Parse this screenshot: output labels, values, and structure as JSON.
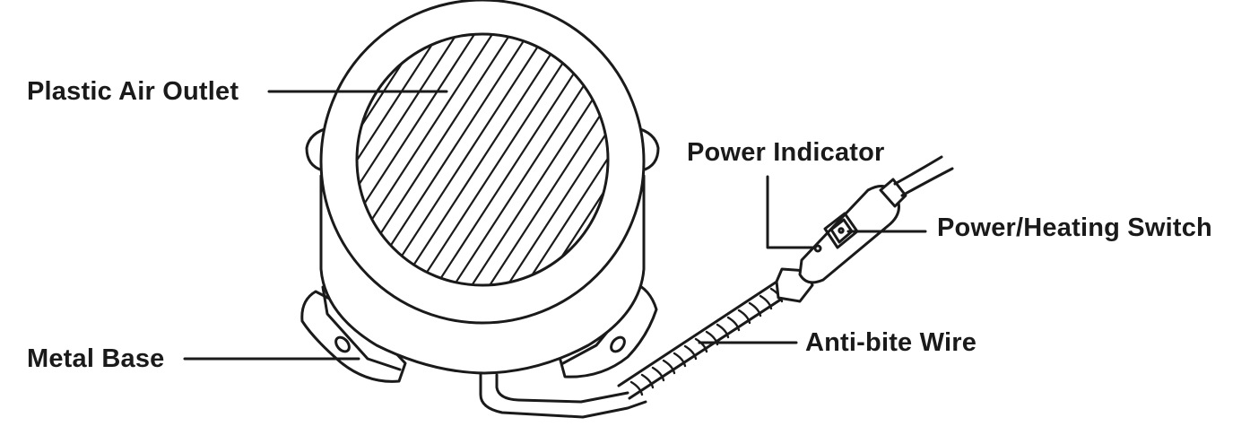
{
  "labels": {
    "plastic_air_outlet": "Plastic Air Outlet",
    "metal_base": "Metal Base",
    "power_indicator": "Power Indicator",
    "power_heating_switch": "Power/Heating Switch",
    "anti_bite_wire": "Anti-bite Wire"
  },
  "colors": {
    "ink": "#1a1a1a",
    "background": "#ffffff"
  }
}
